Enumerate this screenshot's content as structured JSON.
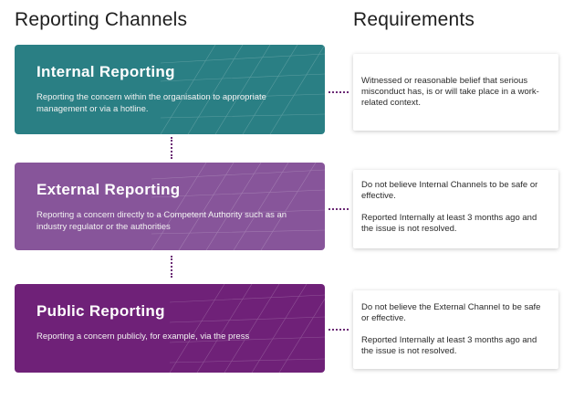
{
  "headings": {
    "channels": "Reporting Channels",
    "requirements": "Requirements"
  },
  "channels": [
    {
      "title": "Internal Reporting",
      "description": "Reporting the concern within the organisation to appropriate management or via a hotline.",
      "color": "#2a7f84"
    },
    {
      "title": "External Reporting",
      "description": "Reporting a concern directly to a Competent Authority such as an industry regulator or the authorities",
      "color": "#87559a"
    },
    {
      "title": "Public Reporting",
      "description": "Reporting a concern publicly, for example, via the press",
      "color": "#6f2178"
    }
  ],
  "requirements": [
    {
      "lines": [
        "Witnessed or reasonable belief that serious misconduct has, is or will take place in a work-related context."
      ]
    },
    {
      "lines": [
        "Do not believe Internal Channels to be safe or effective.",
        "Reported Internally at least 3 months ago and the issue is not resolved."
      ]
    },
    {
      "lines": [
        "Do not believe the External Channel to be safe or effective.",
        "Reported Internally at least 3 months ago and the issue is not resolved."
      ]
    }
  ],
  "connector_color": "#6b2a75"
}
